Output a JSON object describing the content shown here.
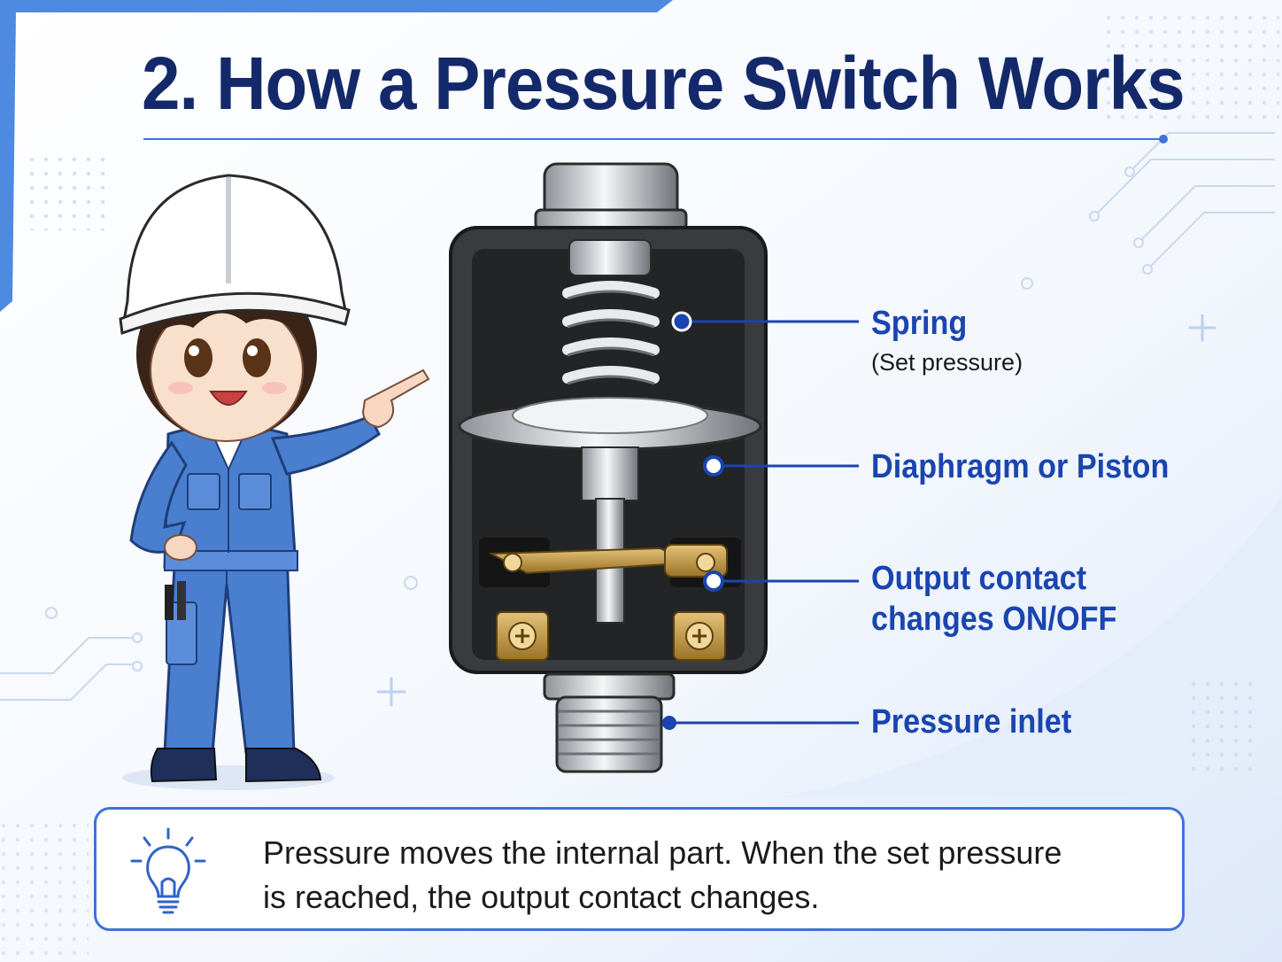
{
  "title": "2. How a Pressure Switch Works",
  "diagram": {
    "labels": [
      {
        "id": "spring",
        "text": "Spring",
        "subtext": "(Set pressure)"
      },
      {
        "id": "diaphragm",
        "text": "Diaphragm or Piston"
      },
      {
        "id": "contact",
        "lines": [
          "Output contact",
          "changes ON/OFF"
        ]
      },
      {
        "id": "inlet",
        "text": "Pressure inlet"
      }
    ]
  },
  "note": {
    "icon": "lightbulb-icon",
    "lines": [
      "Pressure moves the internal part. When the set pressure",
      "is reached, the output contact changes."
    ]
  },
  "colors": {
    "title": "#14296a",
    "label": "#1a45b0",
    "accent": "#3f73d6",
    "coverall": "#4a7fd0"
  }
}
